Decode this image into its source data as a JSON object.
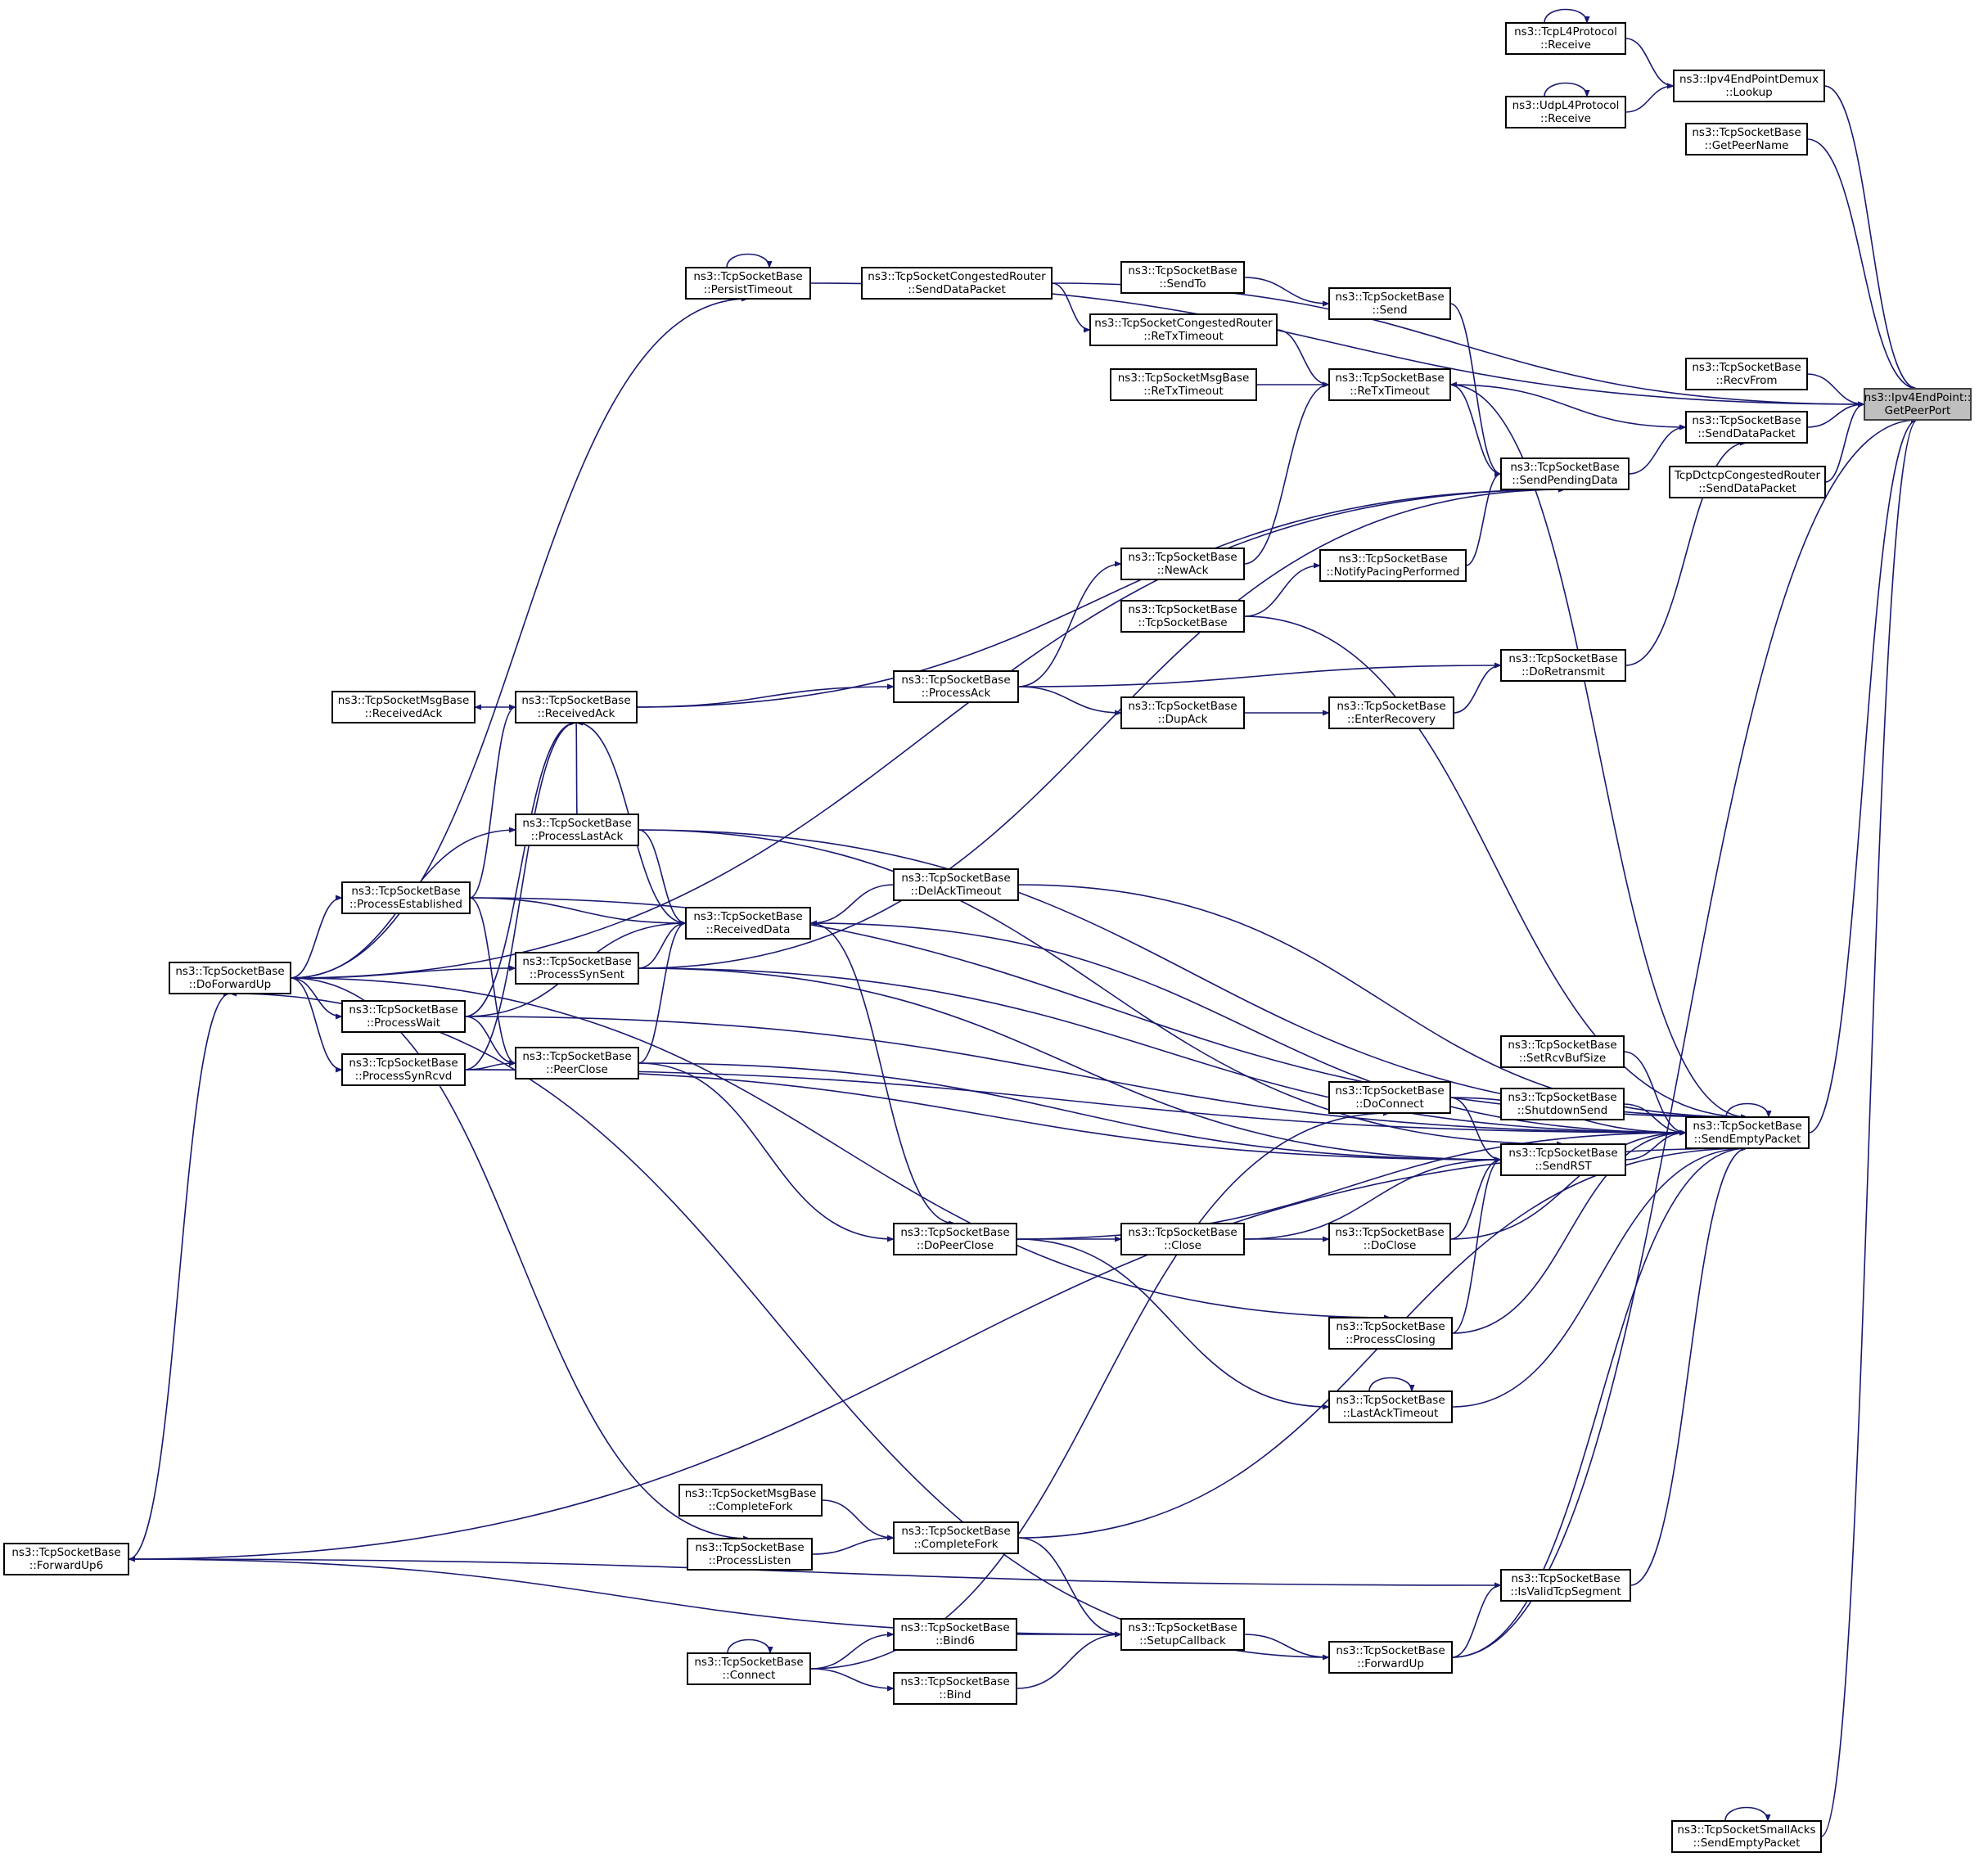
{
  "nodes": [
    {
      "id": "root",
      "lines": [
        "ns3::Ipv4EndPoint::",
        "GetPeerPort"
      ],
      "highlight": true
    },
    {
      "id": "tcpl4recv",
      "lines": [
        "ns3::TcpL4Protocol",
        "::Receive"
      ]
    },
    {
      "id": "demux",
      "lines": [
        "ns3::Ipv4EndPointDemux",
        "::Lookup"
      ]
    },
    {
      "id": "udpl4recv",
      "lines": [
        "ns3::UdpL4Protocol",
        "::Receive"
      ]
    },
    {
      "id": "getpeername",
      "lines": [
        "ns3::TcpSocketBase",
        "::GetPeerName"
      ]
    },
    {
      "id": "persist",
      "lines": [
        "ns3::TcpSocketBase",
        "::PersistTimeout"
      ]
    },
    {
      "id": "cr_senddata",
      "lines": [
        "ns3::TcpSocketCongestedRouter",
        "::SendDataPacket"
      ]
    },
    {
      "id": "sendto",
      "lines": [
        "ns3::TcpSocketBase",
        "::SendTo"
      ]
    },
    {
      "id": "send",
      "lines": [
        "ns3::TcpSocketBase",
        "::Send"
      ]
    },
    {
      "id": "cr_retx",
      "lines": [
        "ns3::TcpSocketCongestedRouter",
        "::ReTxTimeout"
      ]
    },
    {
      "id": "msg_retx",
      "lines": [
        "ns3::TcpSocketMsgBase",
        "::ReTxTimeout"
      ]
    },
    {
      "id": "retx",
      "lines": [
        "ns3::TcpSocketBase",
        "::ReTxTimeout"
      ]
    },
    {
      "id": "recvfrom",
      "lines": [
        "ns3::TcpSocketBase",
        "::RecvFrom"
      ]
    },
    {
      "id": "senddata",
      "lines": [
        "ns3::TcpSocketBase",
        "::SendDataPacket"
      ]
    },
    {
      "id": "sendpending",
      "lines": [
        "ns3::TcpSocketBase",
        "::SendPendingData"
      ]
    },
    {
      "id": "dctcp",
      "lines": [
        "TcpDctcpCongestedRouter",
        "::SendDataPacket"
      ]
    },
    {
      "id": "newack",
      "lines": [
        "ns3::TcpSocketBase",
        "::NewAck"
      ]
    },
    {
      "id": "pacing",
      "lines": [
        "ns3::TcpSocketBase",
        "::NotifyPacingPerformed"
      ]
    },
    {
      "id": "ctor",
      "lines": [
        "ns3::TcpSocketBase",
        "::TcpSocketBase"
      ]
    },
    {
      "id": "doretx",
      "lines": [
        "ns3::TcpSocketBase",
        "::DoRetransmit"
      ]
    },
    {
      "id": "msg_recvack",
      "lines": [
        "ns3::TcpSocketMsgBase",
        "::ReceivedAck"
      ]
    },
    {
      "id": "recvack",
      "lines": [
        "ns3::TcpSocketBase",
        "::ReceivedAck"
      ]
    },
    {
      "id": "processack",
      "lines": [
        "ns3::TcpSocketBase",
        "::ProcessAck"
      ]
    },
    {
      "id": "dupack",
      "lines": [
        "ns3::TcpSocketBase",
        "::DupAck"
      ]
    },
    {
      "id": "enterrec",
      "lines": [
        "ns3::TcpSocketBase",
        "::EnterRecovery"
      ]
    },
    {
      "id": "lastack",
      "lines": [
        "ns3::TcpSocketBase",
        "::ProcessLastAck"
      ]
    },
    {
      "id": "established",
      "lines": [
        "ns3::TcpSocketBase",
        "::ProcessEstablished"
      ]
    },
    {
      "id": "delack",
      "lines": [
        "ns3::TcpSocketBase",
        "::DelAckTimeout"
      ]
    },
    {
      "id": "recvdata",
      "lines": [
        "ns3::TcpSocketBase",
        "::ReceivedData"
      ]
    },
    {
      "id": "synsent",
      "lines": [
        "ns3::TcpSocketBase",
        "::ProcessSynSent"
      ]
    },
    {
      "id": "doforward",
      "lines": [
        "ns3::TcpSocketBase",
        "::DoForwardUp"
      ]
    },
    {
      "id": "wait",
      "lines": [
        "ns3::TcpSocketBase",
        "::ProcessWait"
      ]
    },
    {
      "id": "synrcvd",
      "lines": [
        "ns3::TcpSocketBase",
        "::ProcessSynRcvd"
      ]
    },
    {
      "id": "peerclose",
      "lines": [
        "ns3::TcpSocketBase",
        "::PeerClose"
      ]
    },
    {
      "id": "setrcvbuf",
      "lines": [
        "ns3::TcpSocketBase",
        "::SetRcvBufSize"
      ]
    },
    {
      "id": "shutdown",
      "lines": [
        "ns3::TcpSocketBase",
        "::ShutdownSend"
      ]
    },
    {
      "id": "doconnect",
      "lines": [
        "ns3::TcpSocketBase",
        "::DoConnect"
      ]
    },
    {
      "id": "sendempty",
      "lines": [
        "ns3::TcpSocketBase",
        "::SendEmptyPacket"
      ]
    },
    {
      "id": "sendrst",
      "lines": [
        "ns3::TcpSocketBase",
        "::SendRST"
      ]
    },
    {
      "id": "dopeerclose",
      "lines": [
        "ns3::TcpSocketBase",
        "::DoPeerClose"
      ]
    },
    {
      "id": "close",
      "lines": [
        "ns3::TcpSocketBase",
        "::Close"
      ]
    },
    {
      "id": "doclose",
      "lines": [
        "ns3::TcpSocketBase",
        "::DoClose"
      ]
    },
    {
      "id": "closing",
      "lines": [
        "ns3::TcpSocketBase",
        "::ProcessClosing"
      ]
    },
    {
      "id": "lastacktimeout",
      "lines": [
        "ns3::TcpSocketBase",
        "::LastAckTimeout"
      ]
    },
    {
      "id": "msg_completefork",
      "lines": [
        "ns3::TcpSocketMsgBase",
        "::CompleteFork"
      ]
    },
    {
      "id": "completefork",
      "lines": [
        "ns3::TcpSocketBase",
        "::CompleteFork"
      ]
    },
    {
      "id": "listen",
      "lines": [
        "ns3::TcpSocketBase",
        "::ProcessListen"
      ]
    },
    {
      "id": "forwardup6",
      "lines": [
        "ns3::TcpSocketBase",
        "::ForwardUp6"
      ]
    },
    {
      "id": "isvalid",
      "lines": [
        "ns3::TcpSocketBase",
        "::IsValidTcpSegment"
      ]
    },
    {
      "id": "bind6",
      "lines": [
        "ns3::TcpSocketBase",
        "::Bind6"
      ]
    },
    {
      "id": "setupcb",
      "lines": [
        "ns3::TcpSocketBase",
        "::SetupCallback"
      ]
    },
    {
      "id": "connect",
      "lines": [
        "ns3::TcpSocketBase",
        "::Connect"
      ]
    },
    {
      "id": "bind",
      "lines": [
        "ns3::TcpSocketBase",
        "::Bind"
      ]
    },
    {
      "id": "forwardup",
      "lines": [
        "ns3::TcpSocketBase",
        "::ForwardUp"
      ]
    },
    {
      "id": "smallacks",
      "lines": [
        "ns3::TcpSocketSmallAcks",
        "::SendEmptyPacket"
      ]
    }
  ],
  "edges": [
    [
      "tcpl4recv",
      "tcpl4recv"
    ],
    [
      "udpl4recv",
      "udpl4recv"
    ],
    [
      "persist",
      "persist"
    ],
    [
      "sendempty",
      "sendempty"
    ],
    [
      "lastacktimeout",
      "lastacktimeout"
    ],
    [
      "connect",
      "connect"
    ],
    [
      "smallacks",
      "smallacks"
    ],
    [
      "tcpl4recv",
      "demux"
    ],
    [
      "udpl4recv",
      "demux"
    ],
    [
      "demux",
      "root"
    ],
    [
      "getpeername",
      "root"
    ],
    [
      "persist",
      "root"
    ],
    [
      "cr_senddata",
      "root"
    ],
    [
      "recvfrom",
      "root"
    ],
    [
      "senddata",
      "root"
    ],
    [
      "dctcp",
      "root"
    ],
    [
      "sendempty",
      "root"
    ],
    [
      "forwardup",
      "root"
    ],
    [
      "smallacks",
      "root"
    ],
    [
      "doforward",
      "persist"
    ],
    [
      "sendto",
      "send"
    ],
    [
      "cr_senddata",
      "cr_retx"
    ],
    [
      "cr_retx",
      "retx"
    ],
    [
      "msg_retx",
      "retx"
    ],
    [
      "senddata",
      "retx"
    ],
    [
      "send",
      "sendpending"
    ],
    [
      "retx",
      "sendpending"
    ],
    [
      "pacing",
      "sendpending"
    ],
    [
      "sendpending",
      "senddata"
    ],
    [
      "doforward",
      "sendpending"
    ],
    [
      "recvack",
      "sendpending"
    ],
    [
      "synsent",
      "sendpending"
    ],
    [
      "newack",
      "retx"
    ],
    [
      "ctor",
      "pacing"
    ],
    [
      "processack",
      "newack"
    ],
    [
      "doretx",
      "senddata"
    ],
    [
      "processack",
      "doretx"
    ],
    [
      "enterrec",
      "doretx"
    ],
    [
      "dupack",
      "enterrec"
    ],
    [
      "processack",
      "dupack"
    ],
    [
      "recvack",
      "processack"
    ],
    [
      "recvack",
      "msg_recvack"
    ],
    [
      "established",
      "recvack"
    ],
    [
      "wait",
      "recvack"
    ],
    [
      "synrcvd",
      "recvack"
    ],
    [
      "lastack",
      "recvack"
    ],
    [
      "recvdata",
      "recvack"
    ],
    [
      "established",
      "recvdata"
    ],
    [
      "wait",
      "recvdata"
    ],
    [
      "lastack",
      "recvdata"
    ],
    [
      "synsent",
      "recvdata"
    ],
    [
      "peerclose",
      "recvdata"
    ],
    [
      "delack",
      "recvdata"
    ],
    [
      "doforward",
      "established"
    ],
    [
      "doforward",
      "wait"
    ],
    [
      "doforward",
      "synrcvd"
    ],
    [
      "doforward",
      "synsent"
    ],
    [
      "doforward",
      "lastack"
    ],
    [
      "established",
      "peerclose"
    ],
    [
      "wait",
      "peerclose"
    ],
    [
      "synrcvd",
      "peerclose"
    ],
    [
      "retx",
      "sendempty"
    ],
    [
      "ctor",
      "sendempty"
    ],
    [
      "established",
      "sendempty"
    ],
    [
      "lastack",
      "sendempty"
    ],
    [
      "delack",
      "sendempty"
    ],
    [
      "recvdata",
      "sendempty"
    ],
    [
      "synsent",
      "sendempty"
    ],
    [
      "wait",
      "sendempty"
    ],
    [
      "doconnect",
      "sendempty"
    ],
    [
      "setrcvbuf",
      "sendempty"
    ],
    [
      "shutdown",
      "sendempty"
    ],
    [
      "sendrst",
      "sendempty"
    ],
    [
      "doclose",
      "sendempty"
    ],
    [
      "dopeerclose",
      "sendempty"
    ],
    [
      "closing",
      "sendempty"
    ],
    [
      "lastacktimeout",
      "sendempty"
    ],
    [
      "completefork",
      "sendempty"
    ],
    [
      "isvalid",
      "sendempty"
    ],
    [
      "forwardup",
      "sendempty"
    ],
    [
      "forwardup6",
      "sendempty"
    ],
    [
      "synrcvd",
      "sendempty"
    ],
    [
      "lastack",
      "sendrst"
    ],
    [
      "synsent",
      "sendrst"
    ],
    [
      "peerclose",
      "sendrst"
    ],
    [
      "synrcvd",
      "sendrst"
    ],
    [
      "doconnect",
      "sendrst"
    ],
    [
      "close",
      "sendrst"
    ],
    [
      "doclose",
      "sendrst"
    ],
    [
      "closing",
      "sendrst"
    ],
    [
      "dopeerclose",
      "close"
    ],
    [
      "close",
      "doclose"
    ],
    [
      "peerclose",
      "dopeerclose"
    ],
    [
      "recvdata",
      "dopeerclose"
    ],
    [
      "dopeerclose",
      "lastacktimeout"
    ],
    [
      "doforward",
      "closing"
    ],
    [
      "connect",
      "doconnect"
    ],
    [
      "msg_completefork",
      "completefork"
    ],
    [
      "listen",
      "completefork"
    ],
    [
      "doforward",
      "listen"
    ],
    [
      "completefork",
      "setupcb"
    ],
    [
      "bind6",
      "setupcb"
    ],
    [
      "bind",
      "setupcb"
    ],
    [
      "connect",
      "bind6"
    ],
    [
      "connect",
      "bind"
    ],
    [
      "setupcb",
      "forwardup6"
    ],
    [
      "setupcb",
      "forwardup"
    ],
    [
      "forwardup6",
      "isvalid"
    ],
    [
      "forwardup",
      "isvalid"
    ],
    [
      "forwardup6",
      "doforward"
    ],
    [
      "forwardup",
      "doforward"
    ]
  ]
}
